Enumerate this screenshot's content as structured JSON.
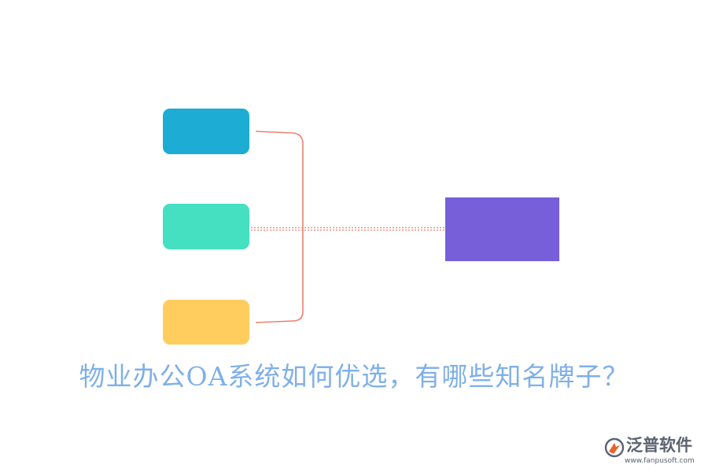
{
  "title": "物业办公OA系统如何优选，有哪些知名牌子？",
  "colors": {
    "box_blue": "#1dadd4",
    "box_teal": "#45dfc2",
    "box_yellow": "#ffcd5e",
    "box_purple": "#765fd8",
    "connector": "#f08070",
    "title": "#7fb0e8"
  },
  "logo": {
    "icon": "fanpu-logo-icon",
    "name": "泛普软件",
    "url": "www.fanpusoft.com"
  }
}
